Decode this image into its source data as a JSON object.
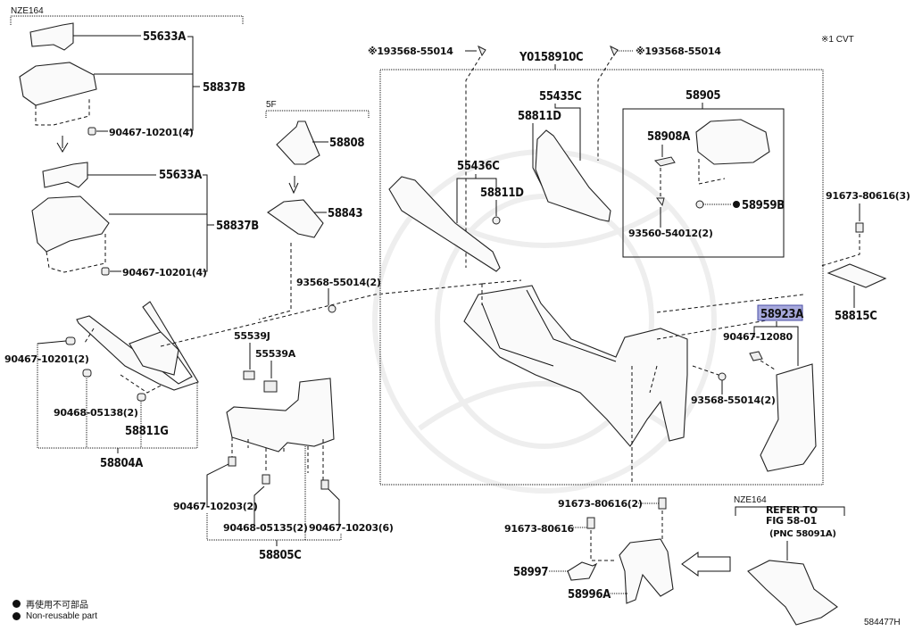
{
  "diagram": {
    "figure_number": "584477H",
    "note": "※1 CVT",
    "legend": {
      "jp": "再使用不可部品",
      "en": "Non-reusable part"
    },
    "group_tags": {
      "nze164_top": "NZE164",
      "five_f": "5F",
      "nze164_bottom": "NZE164"
    },
    "refer": {
      "line1": "REFER TO",
      "line2": "FIG 58-01",
      "line3": "(PNC 58091A)"
    },
    "parts": {
      "p55633A_1": "55633A",
      "p58837B_1": "58837B",
      "p90467_10201_4a": "90467-10201(4)",
      "p55633A_2": "55633A",
      "p58837B_2": "58837B",
      "p90467_10201_4b": "90467-10201(4)",
      "p58808": "58808",
      "p58843": "58843",
      "p93568_55014_2a": "93568-55014(2)",
      "p90467_10201_2": "90467-10201(2)",
      "p90468_05138": "90468-05138(2)",
      "p58811G": "58811G",
      "p58804A": "58804A",
      "p55539J": "55539J",
      "p55539A": "55539A",
      "p90467_10203_2": "90467-10203(2)",
      "p90468_05135": "90468-05135(2)",
      "p90467_10203_6": "90467-10203(6)",
      "p58805C": "58805C",
      "p93568_55014_L": "※193568-55014",
      "pY0158910C": "Y0158910C",
      "p93568_55014_R": "※193568-55014",
      "p55435C": "55435C",
      "p58811D_1": "58811D",
      "p55436C": "55436C",
      "p58811D_2": "58811D",
      "p58905": "58905",
      "p58908A": "58908A",
      "p58959B": "58959B",
      "p93560_54012": "93560-54012(2)",
      "p91673_80616_3": "91673-80616(3)",
      "p58815C": "58815C",
      "p58923A": "58923A",
      "p90467_12080": "90467-12080",
      "p93568_55014_2b": "93568-55014(2)",
      "p91673_80616_2": "91673-80616(2)",
      "p91673_80616": "91673-80616",
      "p58997": "58997",
      "p58996A": "58996A"
    },
    "highlighted_part": "58923A"
  }
}
